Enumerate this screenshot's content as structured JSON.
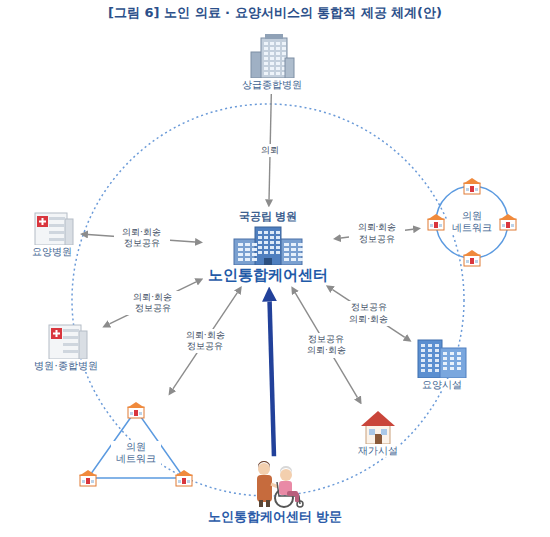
{
  "diagram": {
    "title": "[그림 6] 노인 의료 · 요양서비스의 통합적 제공 체계(안)",
    "nodes": [
      {
        "text": [
          "상급종합병원"
        ]
      },
      {
        "text": [
          "국공립 병원",
          "노인통합케어센터"
        ]
      },
      {
        "text": [
          "요양병원"
        ]
      },
      {
        "text": [
          "의원 네트워크"
        ]
      },
      {
        "text": [
          "병원·종합병원"
        ]
      },
      {
        "text": [
          "요양시설"
        ]
      },
      {
        "text": [
          "의원 네트워크"
        ]
      },
      {
        "text": [
          "재가시설"
        ]
      },
      {
        "text": [
          "노인통합케어센터 방문"
        ]
      }
    ],
    "edges": [
      {
        "from": 0,
        "to": 1,
        "arrow": "to",
        "label": "의뢰"
      },
      {
        "from": 1,
        "to": 2,
        "arrow": "both",
        "label": "의뢰·회송 정보공유"
      },
      {
        "from": 1,
        "to": 3,
        "arrow": "both",
        "label": "의뢰·회송 정보공유"
      },
      {
        "from": 1,
        "to": 4,
        "arrow": "both",
        "label": "의뢰·회송 정보공유"
      },
      {
        "from": 1,
        "to": 5,
        "arrow": "both",
        "label": "정보공유 의뢰·회송"
      },
      {
        "from": 1,
        "to": 6,
        "arrow": "both",
        "label": "의뢰·회송 정보공유"
      },
      {
        "from": 1,
        "to": 7,
        "arrow": "both",
        "label": "정보공유 의뢰·회송"
      },
      {
        "from": 8,
        "to": 1,
        "arrow": "to"
      }
    ]
  }
}
